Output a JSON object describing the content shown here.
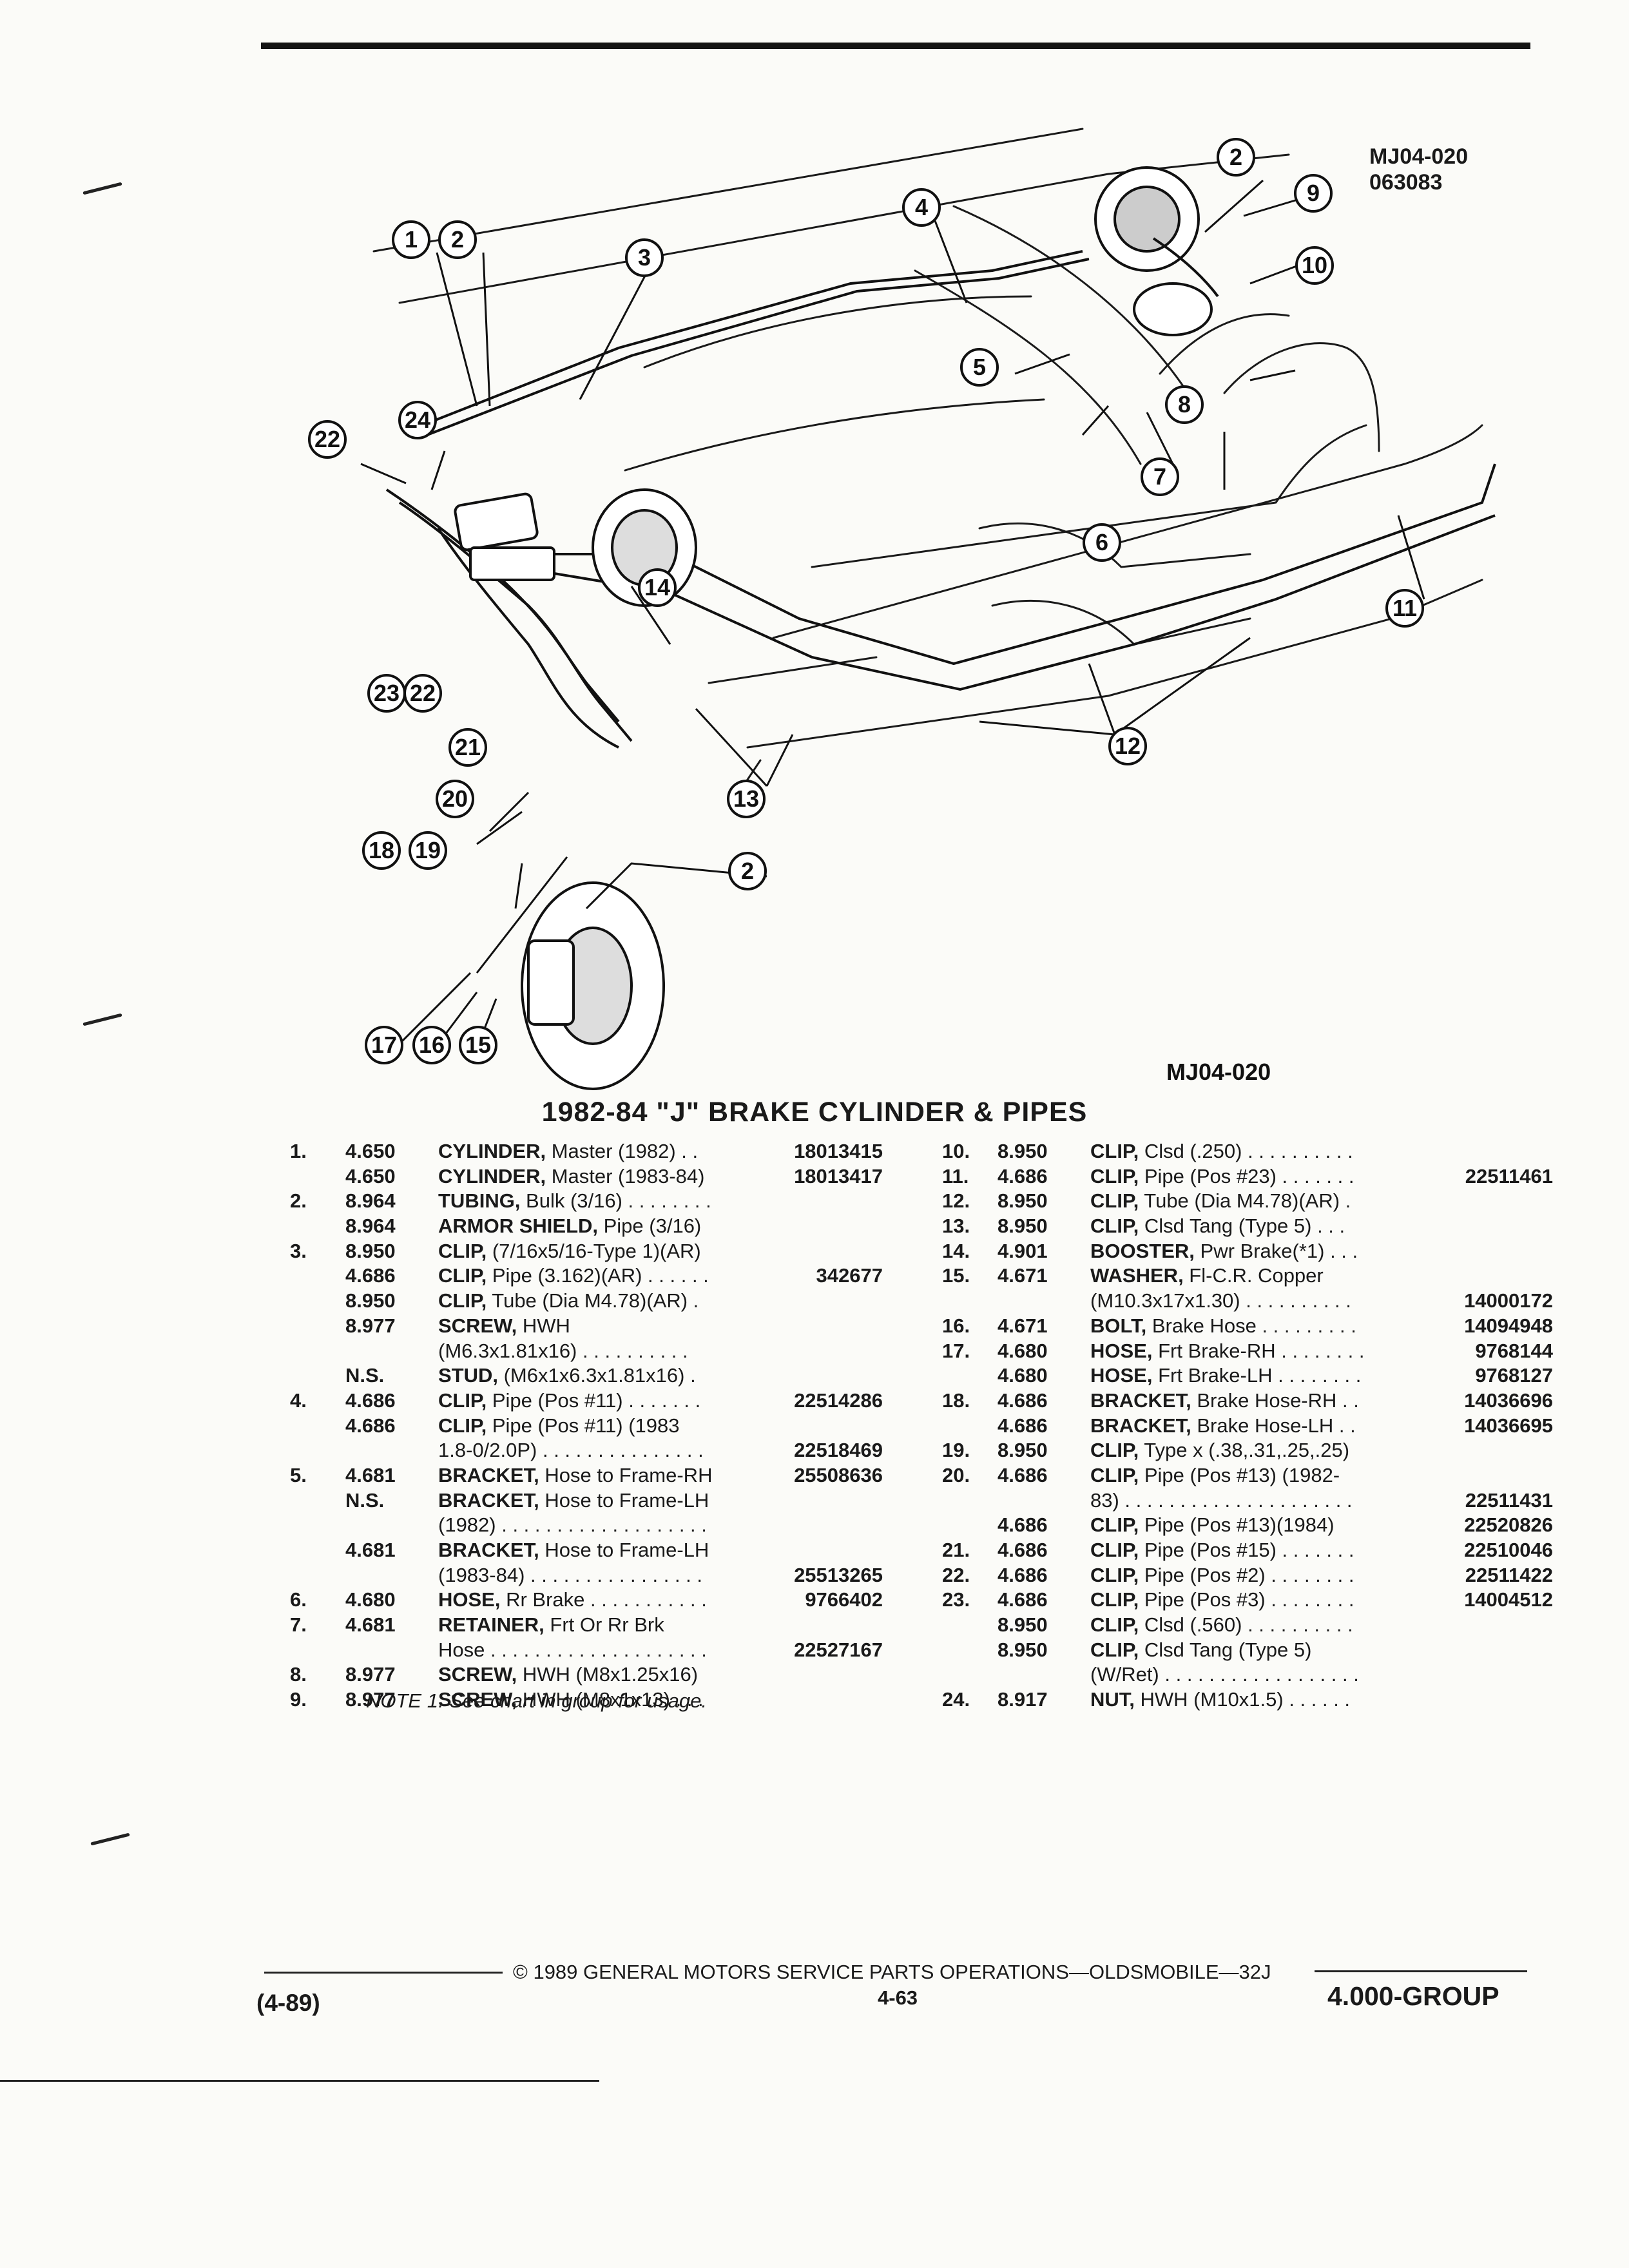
{
  "header": {
    "ref_code": "MJ04-020",
    "ref_date": "063083"
  },
  "diagram": {
    "ref_code": "MJ04-020",
    "callouts": [
      "1",
      "2",
      "3",
      "4",
      "5",
      "6",
      "7",
      "8",
      "9",
      "10",
      "11",
      "12",
      "13",
      "14",
      "15",
      "16",
      "17",
      "18",
      "19",
      "20",
      "21",
      "22",
      "23",
      "24"
    ]
  },
  "title": "1982-84 \"J\" BRAKE CYLINDER & PIPES",
  "parts_left": [
    {
      "num": "1.",
      "grp": "4.650",
      "name": "CYLINDER,",
      "desc": " Master (1982)  . .",
      "pn": "18013415"
    },
    {
      "num": "",
      "grp": "4.650",
      "name": "CYLINDER,",
      "desc": " Master (1983-84)",
      "pn": "18013417"
    },
    {
      "num": "2.",
      "grp": "8.964",
      "name": "TUBING,",
      "desc": " Bulk (3/16) . . . . . . . .",
      "pn": ""
    },
    {
      "num": "",
      "grp": "8.964",
      "name": "ARMOR SHIELD,",
      "desc": " Pipe (3/16)",
      "pn": ""
    },
    {
      "num": "3.",
      "grp": "8.950",
      "name": "CLIP,",
      "desc": " (7/16x5/16-Type 1)(AR)",
      "pn": ""
    },
    {
      "num": "",
      "grp": "4.686",
      "name": "CLIP,",
      "desc": " Pipe (3.162)(AR)  . . . . . .",
      "pn": "342677"
    },
    {
      "num": "",
      "grp": "8.950",
      "name": "CLIP,",
      "desc": " Tube (Dia M4.78)(AR)  .",
      "pn": ""
    },
    {
      "num": "",
      "grp": "8.977",
      "name": "SCREW,",
      "desc": " HWH",
      "pn": ""
    },
    {
      "num": "",
      "grp": "",
      "name": "",
      "desc": "(M6.3x1.81x16)  . . . . . . . . . .",
      "pn": ""
    },
    {
      "num": "",
      "grp": "N.S.",
      "name": "STUD,",
      "desc": " (M6x1x6.3x1.81x16)  .",
      "pn": ""
    },
    {
      "num": "4.",
      "grp": "4.686",
      "name": "CLIP,",
      "desc": " Pipe (Pos #11) . . . . . . .",
      "pn": "22514286"
    },
    {
      "num": "",
      "grp": "4.686",
      "name": "CLIP,",
      "desc": " Pipe (Pos #11) (1983",
      "pn": ""
    },
    {
      "num": "",
      "grp": "",
      "name": "",
      "desc": "1.8-0/2.0P)  . . . . . . . . . . . . . . .",
      "pn": "22518469"
    },
    {
      "num": "5.",
      "grp": "4.681",
      "name": "BRACKET,",
      "desc": " Hose to Frame-RH",
      "pn": "25508636"
    },
    {
      "num": "",
      "grp": "N.S.",
      "name": "BRACKET,",
      "desc": " Hose to Frame-LH",
      "pn": ""
    },
    {
      "num": "",
      "grp": "",
      "name": "",
      "desc": "(1982) . . . . . . . . . . . . . . . . . . .",
      "pn": ""
    },
    {
      "num": "",
      "grp": "4.681",
      "name": "BRACKET,",
      "desc": " Hose to Frame-LH",
      "pn": ""
    },
    {
      "num": "",
      "grp": "",
      "name": "",
      "desc": "(1983-84)  . . . . . . . . . . . . . . . .",
      "pn": "25513265"
    },
    {
      "num": "6.",
      "grp": "4.680",
      "name": "HOSE,",
      "desc": " Rr Brake  . . . . . . . . . . .",
      "pn": "9766402"
    },
    {
      "num": "7.",
      "grp": "4.681",
      "name": "RETAINER,",
      "desc": " Frt Or Rr Brk",
      "pn": ""
    },
    {
      "num": "",
      "grp": "",
      "name": "",
      "desc": "Hose  . . . . . . . . . . . . . . . . . . . .",
      "pn": "22527167"
    },
    {
      "num": "8.",
      "grp": "8.977",
      "name": "SCREW,",
      "desc": " HWH (M8x1.25x16)",
      "pn": ""
    },
    {
      "num": "9.",
      "grp": "8.977",
      "name": "SCREW,",
      "desc": " HWH (M8x1x13)  . . .",
      "pn": ""
    }
  ],
  "note": "NOTE 1: See chart in group for usage.",
  "parts_right": [
    {
      "num": "10.",
      "grp": "8.950",
      "name": "CLIP,",
      "desc": " Clsd (.250)  . . . . . . . . . .",
      "pn": ""
    },
    {
      "num": "11.",
      "grp": "4.686",
      "name": "CLIP,",
      "desc": " Pipe (Pos #23)  . . . . . . .",
      "pn": "22511461"
    },
    {
      "num": "12.",
      "grp": "8.950",
      "name": "CLIP,",
      "desc": " Tube (Dia M4.78)(AR)  .",
      "pn": ""
    },
    {
      "num": "13.",
      "grp": "8.950",
      "name": "CLIP,",
      "desc": " Clsd Tang (Type 5)   . . .",
      "pn": ""
    },
    {
      "num": "14.",
      "grp": "4.901",
      "name": "BOOSTER,",
      "desc": " Pwr Brake(*1)   . . .",
      "pn": ""
    },
    {
      "num": "15.",
      "grp": "4.671",
      "name": "WASHER,",
      "desc": " Fl-C.R. Copper",
      "pn": ""
    },
    {
      "num": "",
      "grp": "",
      "name": "",
      "desc": "(M10.3x17x1.30)  . . . . . . . . . .",
      "pn": "14000172"
    },
    {
      "num": "16.",
      "grp": "4.671",
      "name": "BOLT,",
      "desc": " Brake Hose  . . . . . . . . .",
      "pn": "14094948"
    },
    {
      "num": "17.",
      "grp": "4.680",
      "name": "HOSE,",
      "desc": " Frt Brake-RH  . . . . . . . .",
      "pn": "9768144"
    },
    {
      "num": "",
      "grp": "4.680",
      "name": "HOSE,",
      "desc": " Frt Brake-LH  . . . . . . . .",
      "pn": "9768127"
    },
    {
      "num": "18.",
      "grp": "4.686",
      "name": "BRACKET,",
      "desc": " Brake Hose-RH  . .",
      "pn": "14036696"
    },
    {
      "num": "",
      "grp": "4.686",
      "name": "BRACKET,",
      "desc": " Brake Hose-LH  . .",
      "pn": "14036695"
    },
    {
      "num": "19.",
      "grp": "8.950",
      "name": "CLIP,",
      "desc": " Type x (.38,.31,.25,.25)",
      "pn": ""
    },
    {
      "num": "20.",
      "grp": "4.686",
      "name": "CLIP,",
      "desc": " Pipe (Pos #13) (1982-",
      "pn": ""
    },
    {
      "num": "",
      "grp": "",
      "name": "",
      "desc": "83)  . . . . . . . . . . . . . . . . . . . . .",
      "pn": "22511431"
    },
    {
      "num": "",
      "grp": "4.686",
      "name": "CLIP,",
      "desc": " Pipe (Pos #13)(1984)",
      "pn": "22520826"
    },
    {
      "num": "21.",
      "grp": "4.686",
      "name": "CLIP,",
      "desc": " Pipe (Pos #15) . . . . . . .",
      "pn": "22510046"
    },
    {
      "num": "22.",
      "grp": "4.686",
      "name": "CLIP,",
      "desc": " Pipe (Pos #2)  . . . . . . . .",
      "pn": "22511422"
    },
    {
      "num": "23.",
      "grp": "4.686",
      "name": "CLIP,",
      "desc": " Pipe (Pos #3)  . . . . . . . .",
      "pn": "14004512"
    },
    {
      "num": "",
      "grp": "8.950",
      "name": "CLIP,",
      "desc": " Clsd (.560)  . . . . . . . . . .",
      "pn": ""
    },
    {
      "num": "",
      "grp": "8.950",
      "name": "CLIP,",
      "desc": " Clsd Tang (Type 5)",
      "pn": ""
    },
    {
      "num": "",
      "grp": "",
      "name": "",
      "desc": "(W/Ret)  . . . . . . . . . . . . . . . . . .",
      "pn": ""
    },
    {
      "num": "24.",
      "grp": "8.917",
      "name": "NUT,",
      "desc": " HWH (M10x1.5)  . . . . . .",
      "pn": ""
    }
  ],
  "footer": {
    "copyright": "© 1989 GENERAL MOTORS SERVICE PARTS OPERATIONS—OLDSMOBILE—32J",
    "page": "4-63",
    "date": "(4-89)",
    "group": "4.000-GROUP"
  }
}
